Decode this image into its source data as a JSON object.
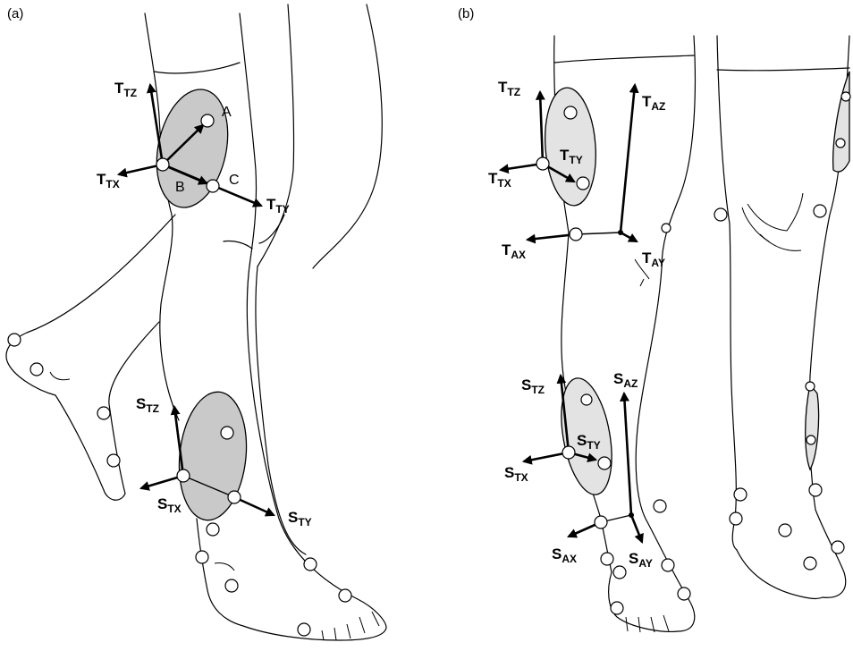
{
  "panels": {
    "a": {
      "label": "(a)"
    },
    "b": {
      "label": "(b)"
    }
  },
  "marker_labels": {
    "A": "A",
    "B": "B",
    "C": "C"
  },
  "axes_a": {
    "t_tz": {
      "main": "T",
      "sub": "TZ"
    },
    "t_tx": {
      "main": "T",
      "sub": "TX"
    },
    "t_ty": {
      "main": "T",
      "sub": "TY"
    },
    "s_tz": {
      "main": "S",
      "sub": "TZ"
    },
    "s_tx": {
      "main": "S",
      "sub": "TX"
    },
    "s_ty": {
      "main": "S",
      "sub": "TY"
    }
  },
  "axes_b": {
    "t_tz": {
      "main": "T",
      "sub": "TZ"
    },
    "t_ty": {
      "main": "T",
      "sub": "TY"
    },
    "t_tx": {
      "main": "T",
      "sub": "TX"
    },
    "t_az": {
      "main": "T",
      "sub": "AZ"
    },
    "t_ax": {
      "main": "T",
      "sub": "AX"
    },
    "t_ay": {
      "main": "T",
      "sub": "AY"
    },
    "s_tz": {
      "main": "S",
      "sub": "TZ"
    },
    "s_ty": {
      "main": "S",
      "sub": "TY"
    },
    "s_tx": {
      "main": "S",
      "sub": "TX"
    },
    "s_az": {
      "main": "S",
      "sub": "AZ"
    },
    "s_ax": {
      "main": "S",
      "sub": "AX"
    },
    "s_ay": {
      "main": "S",
      "sub": "AY"
    }
  },
  "colors": {
    "cluster_dark": "#c9c9c9",
    "cluster_light": "#e3e3e3",
    "stroke": "#000000"
  }
}
